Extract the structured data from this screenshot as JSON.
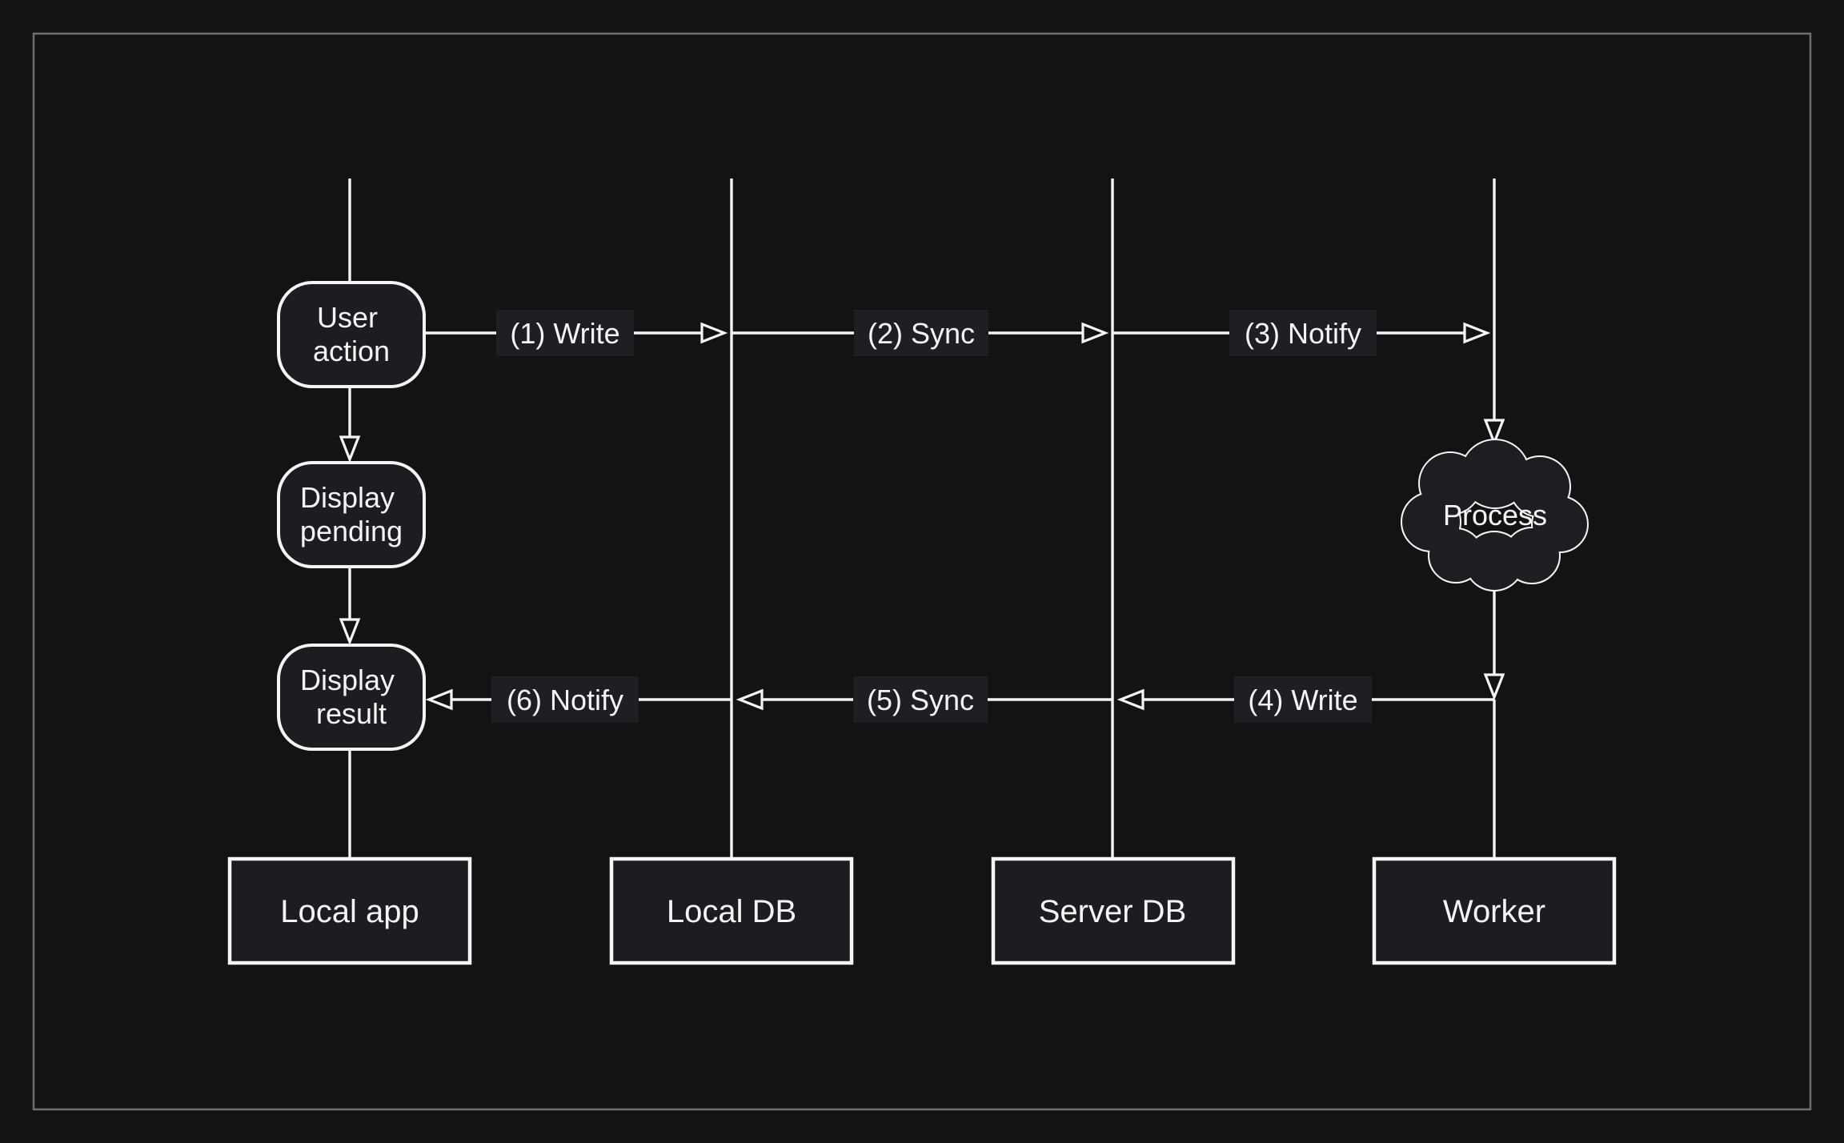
{
  "colors": {
    "background": "#131316",
    "frame_border": "#6e6e73",
    "shape_fill": "#1d1d21",
    "label_background": "#1f1f23",
    "line": "#f4f4f6",
    "text": "#f4f4f6"
  },
  "actors": [
    {
      "label": "Local app"
    },
    {
      "label": "Local DB"
    },
    {
      "label": "Server DB"
    },
    {
      "label": "Worker"
    }
  ],
  "nodes": [
    {
      "line1": "User",
      "line2": "action"
    },
    {
      "line1": "Display",
      "line2": "pending"
    },
    {
      "line1": "Display",
      "line2": "result"
    }
  ],
  "cloud": {
    "label": "Process"
  },
  "messages": [
    {
      "label": "(1) Write",
      "from": "Local app",
      "to": "Local DB",
      "direction": "right"
    },
    {
      "label": "(2) Sync",
      "from": "Local DB",
      "to": "Server DB",
      "direction": "right"
    },
    {
      "label": "(3) Notify",
      "from": "Server DB",
      "to": "Worker",
      "direction": "right"
    },
    {
      "label": "(4) Write",
      "from": "Worker",
      "to": "Server DB",
      "direction": "left"
    },
    {
      "label": "(5) Sync",
      "from": "Server DB",
      "to": "Local DB",
      "direction": "left"
    },
    {
      "label": "(6) Notify",
      "from": "Local DB",
      "to": "Local app",
      "direction": "left"
    }
  ]
}
